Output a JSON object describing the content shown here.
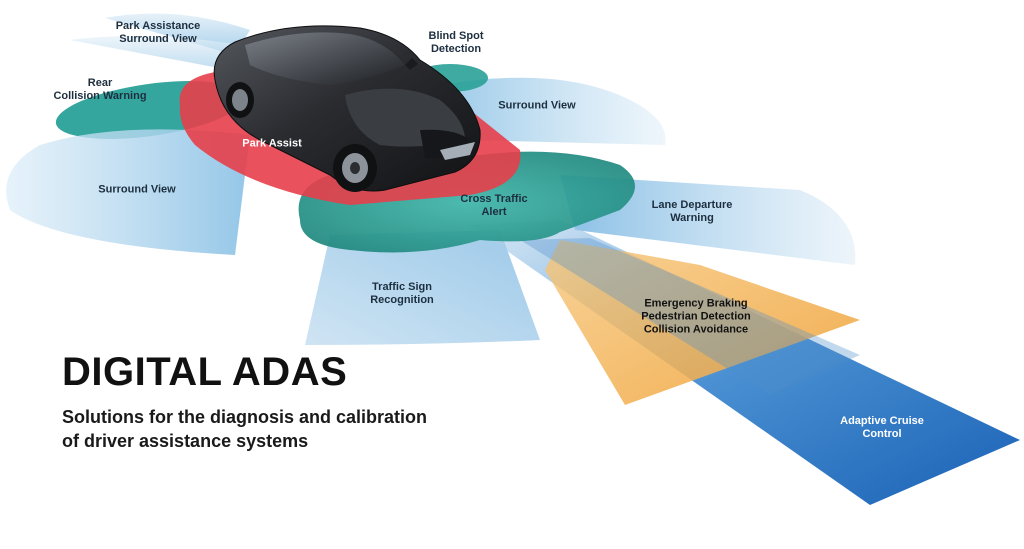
{
  "title": "DIGITAL ADAS",
  "subtitle_line1": "Solutions for the diagnosis and calibration",
  "subtitle_line2": "of driver assistance systems",
  "zones": {
    "park_assistance_1": "Park Assistance",
    "park_assistance_2": "Surround View",
    "blind_spot_1": "Blind Spot",
    "blind_spot_2": "Detection",
    "rear_collision_1": "Rear",
    "rear_collision_2": "Collision Warning",
    "surround_view_right": "Surround View",
    "park_assist": "Park Assist",
    "surround_view_left": "Surround View",
    "cross_traffic_1": "Cross Traffic",
    "cross_traffic_2": "Alert",
    "lane_departure_1": "Lane Departure",
    "lane_departure_2": "Warning",
    "traffic_sign_1": "Traffic Sign",
    "traffic_sign_2": "Recognition",
    "emergency_1": "Emergency Braking",
    "emergency_2": "Pedestrian Detection",
    "emergency_3": "Collision Avoidance",
    "acc_1": "Adaptive Cruise",
    "acc_2": "Control"
  },
  "colors": {
    "light_blue": "#a8d2ec",
    "teal": "#2fa59b",
    "red": "#e8404a",
    "orange": "#f2ac4a",
    "deep_blue": "#1f6fc0",
    "car_body": "#2a2c30"
  }
}
